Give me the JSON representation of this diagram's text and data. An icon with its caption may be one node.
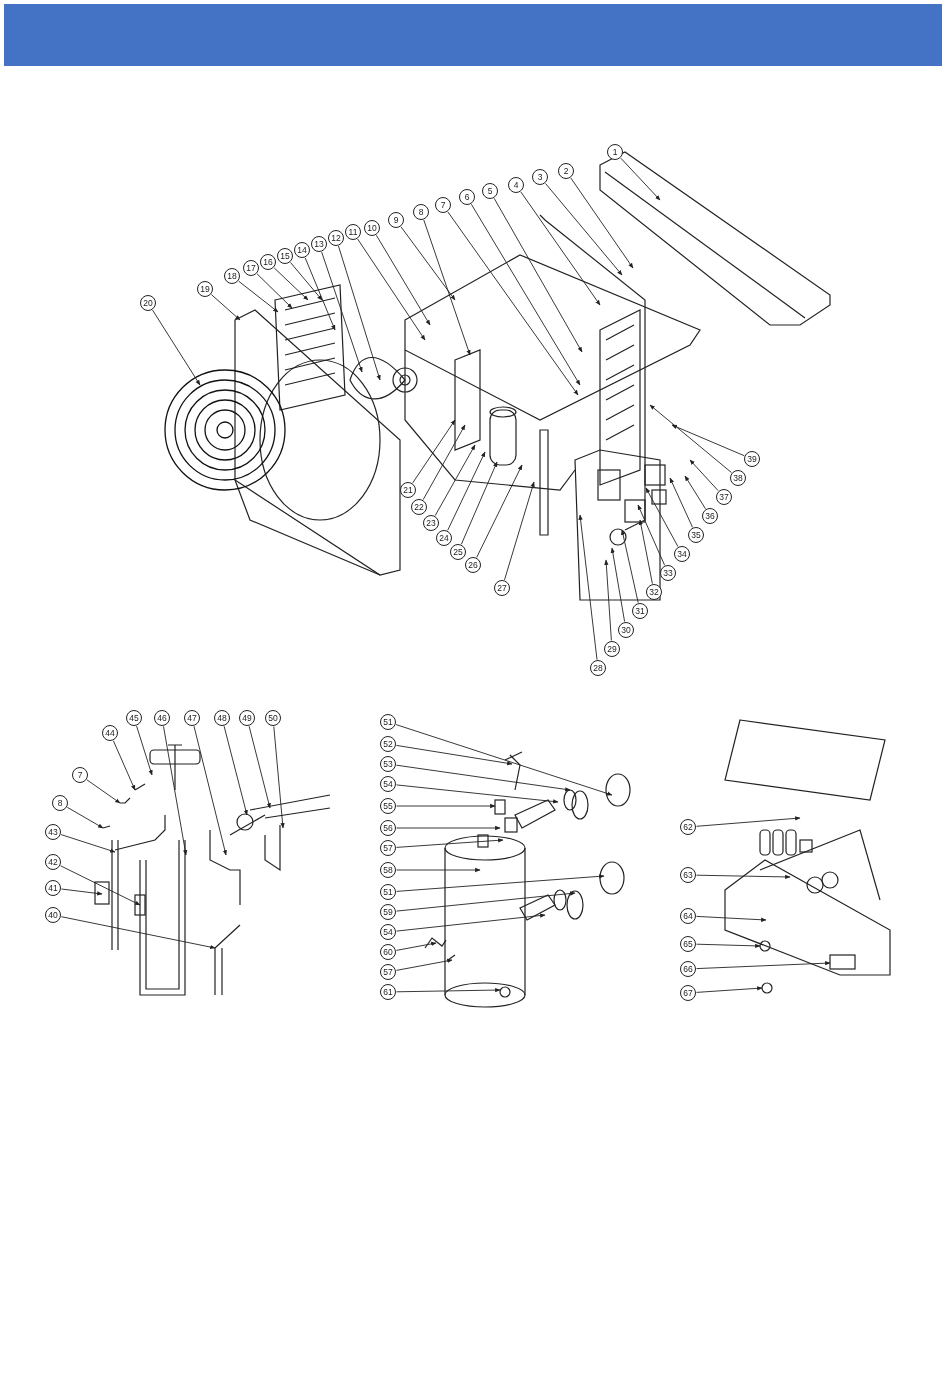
{
  "diagram": {
    "nodes": [
      {
        "text": [
          "1"
        ]
      },
      {
        "text": [
          "2"
        ]
      },
      {
        "text": [
          "3"
        ]
      },
      {
        "text": [
          "4"
        ]
      },
      {
        "text": [
          "5"
        ]
      },
      {
        "text": [
          "6"
        ]
      },
      {
        "text": [
          "7"
        ]
      },
      {
        "text": [
          "8"
        ]
      },
      {
        "text": [
          "9"
        ]
      },
      {
        "text": [
          "10"
        ]
      },
      {
        "text": [
          "11"
        ]
      },
      {
        "text": [
          "12"
        ]
      },
      {
        "text": [
          "13"
        ]
      },
      {
        "text": [
          "14"
        ]
      },
      {
        "text": [
          "15"
        ]
      },
      {
        "text": [
          "16"
        ]
      },
      {
        "text": [
          "17"
        ]
      },
      {
        "text": [
          "18"
        ]
      },
      {
        "text": [
          "19"
        ]
      },
      {
        "text": [
          "20"
        ]
      },
      {
        "text": [
          "21"
        ]
      },
      {
        "text": [
          "22"
        ]
      },
      {
        "text": [
          "23"
        ]
      },
      {
        "text": [
          "24"
        ]
      },
      {
        "text": [
          "25"
        ]
      },
      {
        "text": [
          "26"
        ]
      },
      {
        "text": [
          "27"
        ]
      },
      {
        "text": [
          "28"
        ]
      },
      {
        "text": [
          "29"
        ]
      },
      {
        "text": [
          "30"
        ]
      },
      {
        "text": [
          "31"
        ]
      },
      {
        "text": [
          "32"
        ]
      },
      {
        "text": [
          "33"
        ]
      },
      {
        "text": [
          "34"
        ]
      },
      {
        "text": [
          "35"
        ]
      },
      {
        "text": [
          "36"
        ]
      },
      {
        "text": [
          "37"
        ]
      },
      {
        "text": [
          "38"
        ]
      },
      {
        "text": [
          "39"
        ]
      },
      {
        "text": [
          "45"
        ]
      },
      {
        "text": [
          "46"
        ]
      },
      {
        "text": [
          "47"
        ]
      },
      {
        "text": [
          "48"
        ]
      },
      {
        "text": [
          "49"
        ]
      },
      {
        "text": [
          "50"
        ]
      },
      {
        "text": [
          "44"
        ]
      },
      {
        "text": [
          "7"
        ]
      },
      {
        "text": [
          "8"
        ]
      },
      {
        "text": [
          "43"
        ]
      },
      {
        "text": [
          "42"
        ]
      },
      {
        "text": [
          "41"
        ]
      },
      {
        "text": [
          "40"
        ]
      },
      {
        "text": [
          "51"
        ]
      },
      {
        "text": [
          "52"
        ]
      },
      {
        "text": [
          "53"
        ]
      },
      {
        "text": [
          "54"
        ]
      },
      {
        "text": [
          "55"
        ]
      },
      {
        "text": [
          "56"
        ]
      },
      {
        "text": [
          "57"
        ]
      },
      {
        "text": [
          "58"
        ]
      },
      {
        "text": [
          "51"
        ]
      },
      {
        "text": [
          "59"
        ]
      },
      {
        "text": [
          "54"
        ]
      },
      {
        "text": [
          "60"
        ]
      },
      {
        "text": [
          "57"
        ]
      },
      {
        "text": [
          "61"
        ]
      },
      {
        "text": [
          "62"
        ]
      },
      {
        "text": [
          "63"
        ]
      },
      {
        "text": [
          "64"
        ]
      },
      {
        "text": [
          "65"
        ]
      },
      {
        "text": [
          "66"
        ]
      },
      {
        "text": [
          "67"
        ]
      }
    ],
    "edges": [
      {
        "from": 0,
        "to": null,
        "arrow": "to"
      },
      {
        "from": 1,
        "to": null,
        "arrow": "to"
      },
      {
        "from": 2,
        "to": null,
        "arrow": "to"
      },
      {
        "from": 3,
        "to": null,
        "arrow": "to"
      },
      {
        "from": 4,
        "to": null,
        "arrow": "to"
      },
      {
        "from": 5,
        "to": null,
        "arrow": "to"
      },
      {
        "from": 6,
        "to": null,
        "arrow": "to"
      },
      {
        "from": 7,
        "to": null,
        "arrow": "to"
      },
      {
        "from": 8,
        "to": null,
        "arrow": "to"
      },
      {
        "from": 9,
        "to": null,
        "arrow": "to"
      },
      {
        "from": 10,
        "to": null,
        "arrow": "to"
      },
      {
        "from": 11,
        "to": null,
        "arrow": "to"
      },
      {
        "from": 12,
        "to": null,
        "arrow": "to"
      },
      {
        "from": 13,
        "to": null,
        "arrow": "to"
      },
      {
        "from": 14,
        "to": null,
        "arrow": "to"
      },
      {
        "from": 15,
        "to": null,
        "arrow": "to"
      },
      {
        "from": 16,
        "to": null,
        "arrow": "to"
      },
      {
        "from": 17,
        "to": null,
        "arrow": "to"
      },
      {
        "from": 18,
        "to": null,
        "arrow": "to"
      },
      {
        "from": 19,
        "to": null,
        "arrow": "to"
      },
      {
        "from": 20,
        "to": null,
        "arrow": "to"
      },
      {
        "from": 21,
        "to": null,
        "arrow": "to"
      },
      {
        "from": 22,
        "to": null,
        "arrow": "to"
      },
      {
        "from": 23,
        "to": null,
        "arrow": "to"
      },
      {
        "from": 24,
        "to": null,
        "arrow": "to"
      },
      {
        "from": 25,
        "to": null,
        "arrow": "to"
      },
      {
        "from": 26,
        "to": null,
        "arrow": "to"
      },
      {
        "from": 27,
        "to": null,
        "arrow": "to"
      },
      {
        "from": 28,
        "to": null,
        "arrow": "to"
      },
      {
        "from": 29,
        "to": null,
        "arrow": "to"
      },
      {
        "from": 30,
        "to": null,
        "arrow": "to"
      },
      {
        "from": 31,
        "to": null,
        "arrow": "to"
      },
      {
        "from": 32,
        "to": null,
        "arrow": "to"
      },
      {
        "from": 33,
        "to": null,
        "arrow": "to"
      },
      {
        "from": 34,
        "to": null,
        "arrow": "to"
      },
      {
        "from": 35,
        "to": null,
        "arrow": "to"
      },
      {
        "from": 36,
        "to": null,
        "arrow": "to"
      },
      {
        "from": 37,
        "to": null,
        "arrow": "to"
      },
      {
        "from": 38,
        "to": null,
        "arrow": "to"
      },
      {
        "from": 39,
        "to": null,
        "arrow": "to"
      },
      {
        "from": 40,
        "to": null,
        "arrow": "to"
      },
      {
        "from": 41,
        "to": null,
        "arrow": "to"
      },
      {
        "from": 42,
        "to": null,
        "arrow": "to"
      },
      {
        "from": 43,
        "to": null,
        "arrow": "to"
      },
      {
        "from": 44,
        "to": null,
        "arrow": "to"
      },
      {
        "from": 45,
        "to": null,
        "arrow": "to"
      },
      {
        "from": 46,
        "to": null,
        "arrow": "to"
      },
      {
        "from": 47,
        "to": null,
        "arrow": "to"
      },
      {
        "from": 48,
        "to": null,
        "arrow": "to"
      },
      {
        "from": 49,
        "to": null,
        "arrow": "to"
      },
      {
        "from": 50,
        "to": null,
        "arrow": "to"
      },
      {
        "from": 51,
        "to": null,
        "arrow": "to"
      },
      {
        "from": 52,
        "to": null,
        "arrow": "to"
      },
      {
        "from": 53,
        "to": null,
        "arrow": "to"
      },
      {
        "from": 54,
        "to": null,
        "arrow": "to"
      },
      {
        "from": 55,
        "to": null,
        "arrow": "to"
      },
      {
        "from": 56,
        "to": null,
        "arrow": "to"
      },
      {
        "from": 57,
        "to": null,
        "arrow": "to"
      },
      {
        "from": 58,
        "to": null,
        "arrow": "to"
      },
      {
        "from": 59,
        "to": null,
        "arrow": "to"
      },
      {
        "from": 60,
        "to": null,
        "arrow": "to"
      },
      {
        "from": 61,
        "to": null,
        "arrow": "to"
      },
      {
        "from": 62,
        "to": null,
        "arrow": "to"
      },
      {
        "from": 63,
        "to": null,
        "arrow": "to"
      },
      {
        "from": 64,
        "to": null,
        "arrow": "to"
      },
      {
        "from": 65,
        "to": null,
        "arrow": "to"
      },
      {
        "from": 66,
        "to": null,
        "arrow": "to"
      },
      {
        "from": 67,
        "to": null,
        "arrow": "to"
      },
      {
        "from": 68,
        "to": null,
        "arrow": "to"
      },
      {
        "from": 69,
        "to": null,
        "arrow": "to"
      },
      {
        "from": 70,
        "to": null,
        "arrow": "to"
      },
      {
        "from": 71,
        "to": null,
        "arrow": "to"
      }
    ]
  }
}
